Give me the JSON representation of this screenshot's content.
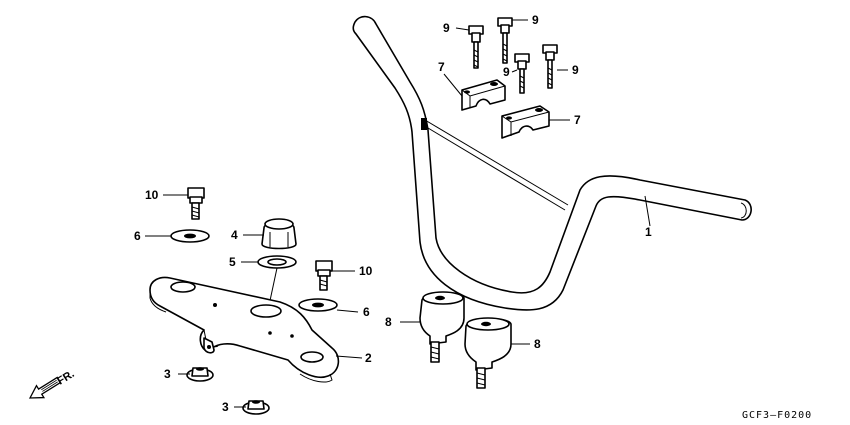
{
  "callouts": {
    "c1": "1",
    "c2": "2",
    "c3a": "3",
    "c3b": "3",
    "c4": "4",
    "c5": "5",
    "c6a": "6",
    "c6b": "6",
    "c7a": "7",
    "c7b": "7",
    "c8a": "8",
    "c8b": "8",
    "c9a": "9",
    "c9b": "9",
    "c9c": "9",
    "c9d": "9",
    "c10a": "10",
    "c10b": "10"
  },
  "front_marker": "FR.",
  "diagram_code": "GCF3–F0200"
}
